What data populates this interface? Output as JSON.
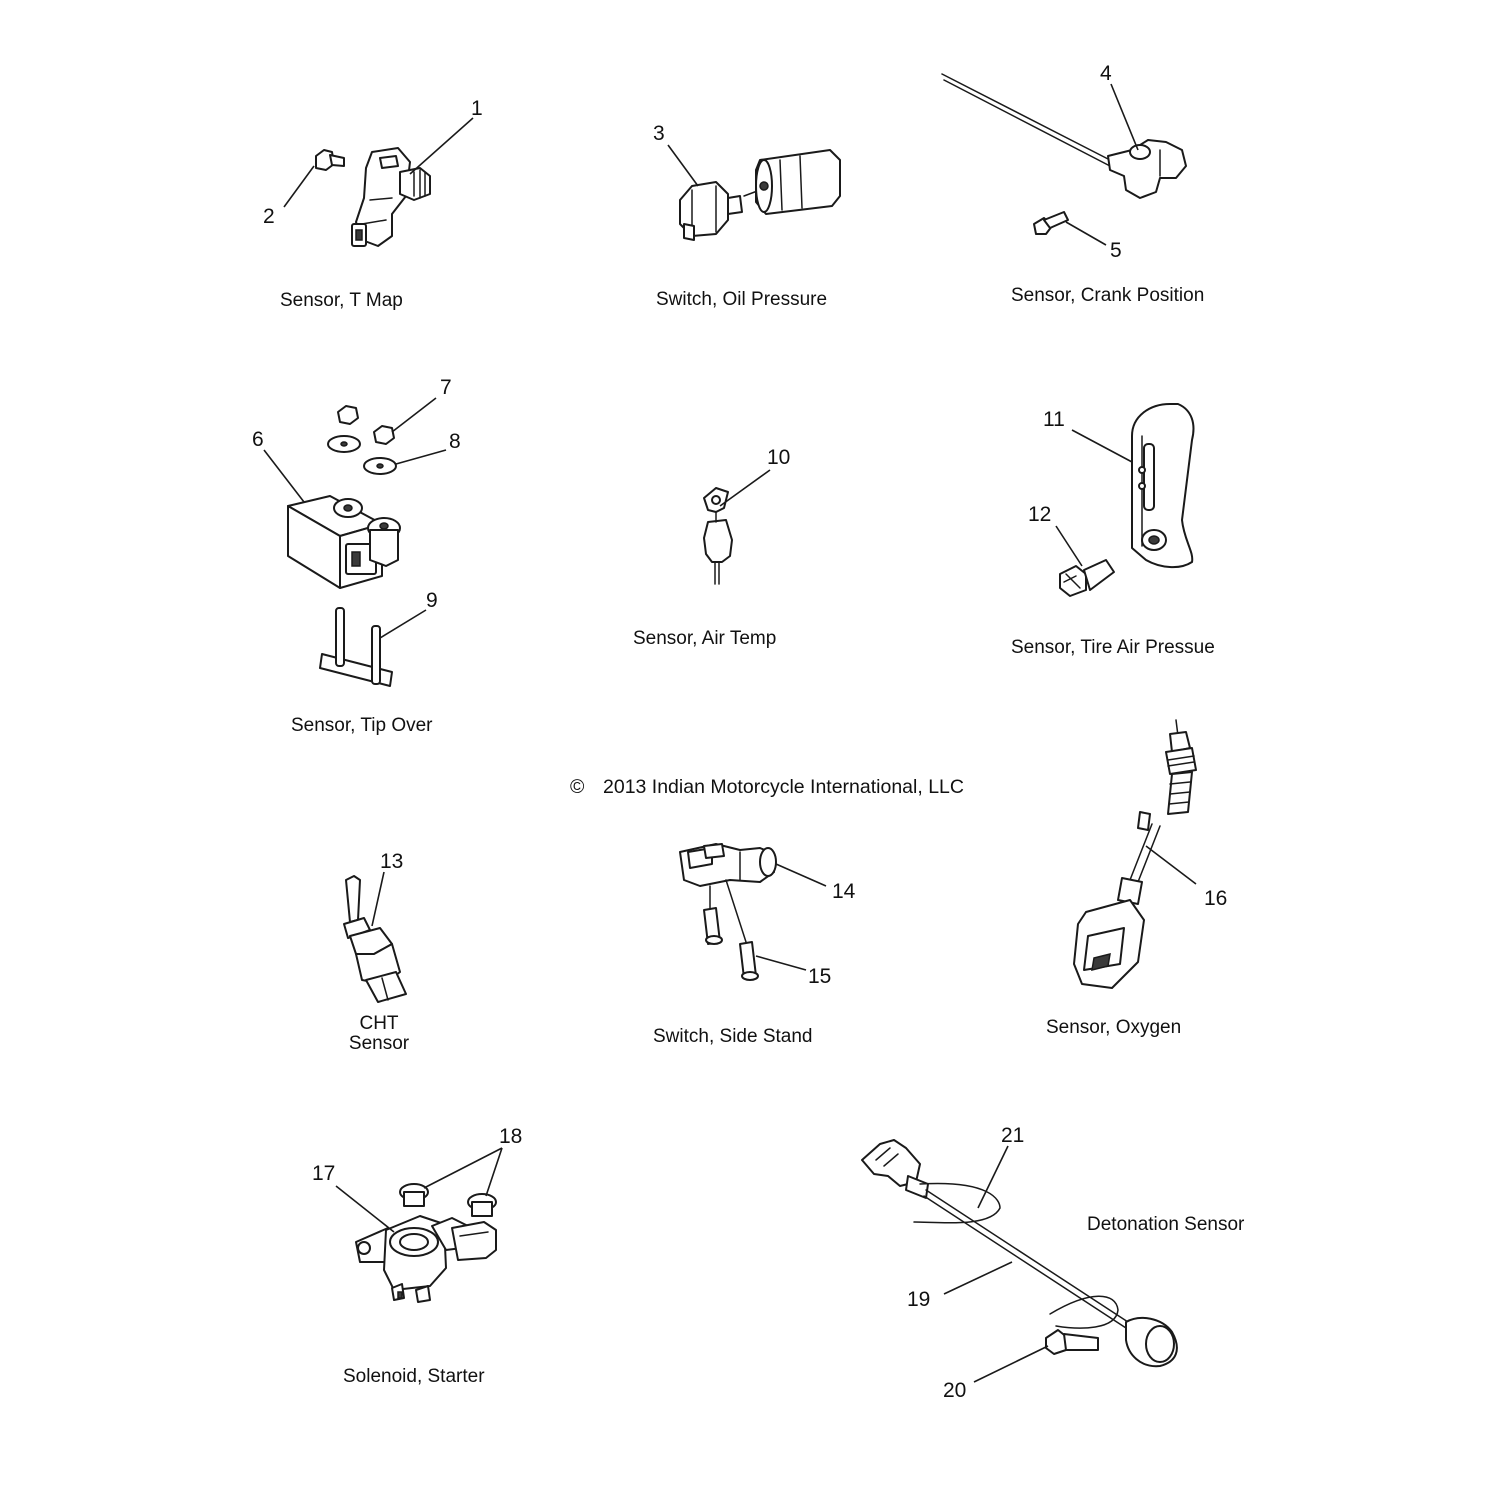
{
  "callouts": {
    "n1": "1",
    "n2": "2",
    "n3": "3",
    "n4": "4",
    "n5": "5",
    "n6": "6",
    "n7": "7",
    "n8": "8",
    "n9": "9",
    "n10": "10",
    "n11": "11",
    "n12": "12",
    "n13": "13",
    "n14": "14",
    "n15": "15",
    "n16": "16",
    "n17": "17",
    "n18": "18",
    "n19": "19",
    "n20": "20",
    "n21": "21"
  },
  "captions": {
    "t_map": "Sensor, T Map",
    "oil_pressure": "Switch, Oil Pressure",
    "crank_position": "Sensor, Crank Position",
    "tip_over": "Sensor, Tip Over",
    "air_temp": "Sensor, Air Temp",
    "tire_air_pressure": "Sensor, Tire Air Pressue",
    "cht_line1": "CHT",
    "cht_line2": "Sensor",
    "side_stand": "Switch, Side Stand",
    "oxygen": "Sensor, Oxygen",
    "starter_solenoid": "Solenoid, Starter",
    "detonation": "Detonation Sensor"
  },
  "copyright": {
    "symbol": "©",
    "text": "2013 Indian Motorcycle International, LLC"
  }
}
